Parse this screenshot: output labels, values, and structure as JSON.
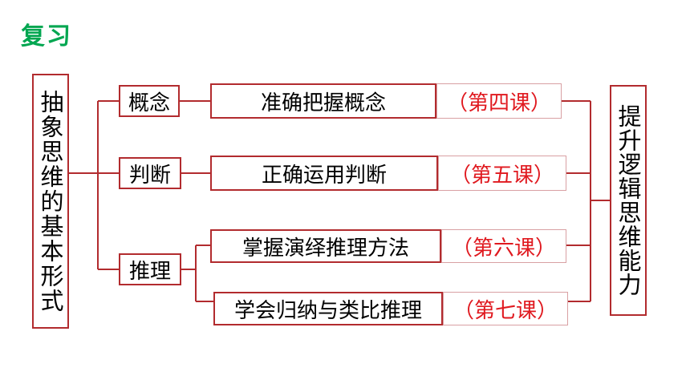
{
  "title": "复习",
  "left_box": "抽象思维的基本形式",
  "right_box": "提升逻辑思维能力",
  "categories": {
    "concept": "概念",
    "judgment": "判断",
    "reasoning": "推理"
  },
  "items": [
    {
      "text": "准确把握概念",
      "lesson": "（第四课）"
    },
    {
      "text": "正确运用判断",
      "lesson": "（第五课）"
    },
    {
      "text": "掌握演绎推理方法",
      "lesson": "（第六课）"
    },
    {
      "text": "学会归纳与类比推理",
      "lesson": "（第七课）"
    }
  ],
  "colors": {
    "title": "#00a650",
    "border": "#b22b2e",
    "lesson_text": "#e0191f"
  }
}
